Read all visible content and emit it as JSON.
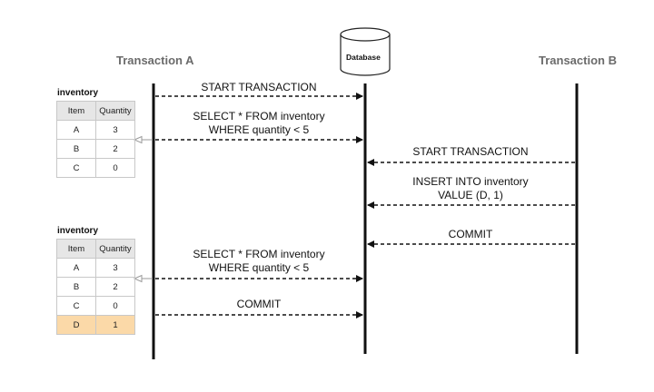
{
  "actors": {
    "a": "Transaction A",
    "db": "Database",
    "b": "Transaction B"
  },
  "tables": [
    {
      "title": "inventory",
      "headers": [
        "Item",
        "Quantity"
      ],
      "rows": [
        [
          "A",
          "3"
        ],
        [
          "B",
          "2"
        ],
        [
          "C",
          "0"
        ]
      ]
    },
    {
      "title": "inventory",
      "headers": [
        "Item",
        "Quantity"
      ],
      "rows": [
        [
          "A",
          "3"
        ],
        [
          "B",
          "2"
        ],
        [
          "C",
          "0"
        ],
        [
          "D",
          "1"
        ]
      ],
      "highlighted_row": 3,
      "highlight_color": "#fbd9a8"
    }
  ],
  "messages": [
    {
      "from": "Transaction A",
      "to": "Database",
      "label": [
        "START TRANSACTION"
      ]
    },
    {
      "from": "Transaction A",
      "to": "Database",
      "label": [
        "SELECT * FROM inventory",
        "WHERE quantity < 5"
      ]
    },
    {
      "from": "Transaction B",
      "to": "Database",
      "label": [
        "START TRANSACTION"
      ]
    },
    {
      "from": "Transaction B",
      "to": "Database",
      "label": [
        "INSERT INTO inventory",
        "VALUE (D, 1)"
      ]
    },
    {
      "from": "Transaction B",
      "to": "Database",
      "label": [
        "COMMIT"
      ]
    },
    {
      "from": "Transaction A",
      "to": "Database",
      "label": [
        "SELECT * FROM inventory",
        "WHERE quantity < 5"
      ]
    },
    {
      "from": "Transaction A",
      "to": "Database",
      "label": [
        "COMMIT"
      ]
    }
  ]
}
